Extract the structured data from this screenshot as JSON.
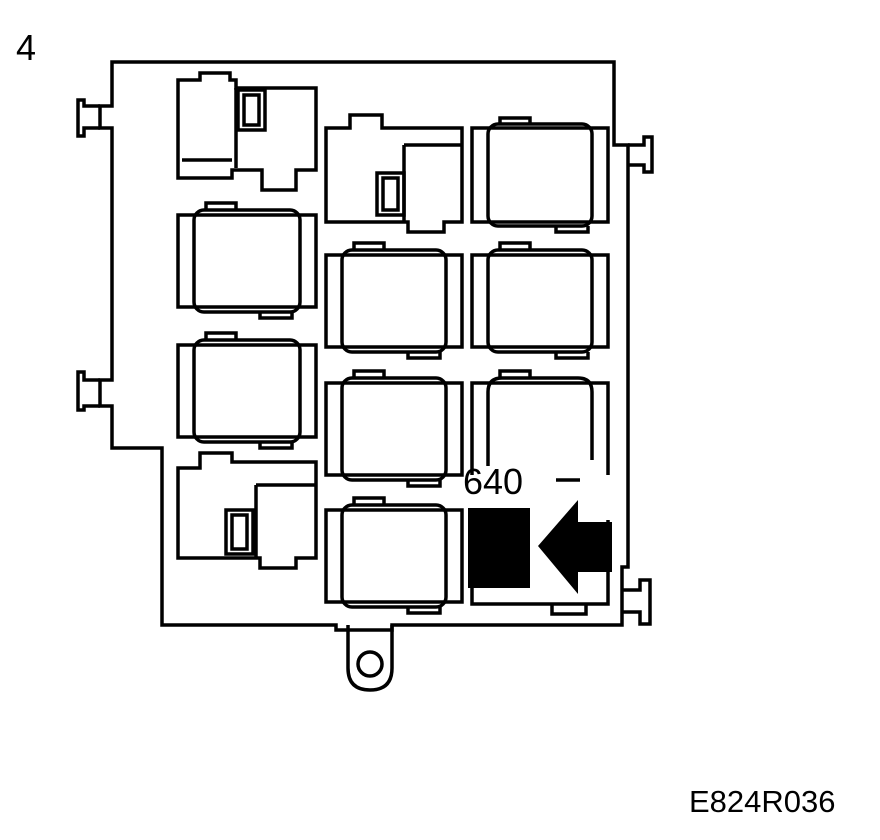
{
  "step_number": "4",
  "reference_code": "E824R036",
  "highlighted_relay": {
    "label": "640",
    "color": "#000000"
  },
  "colors": {
    "line": "#000000",
    "background": "#ffffff"
  },
  "icons": {
    "pointer": "arrow-left-icon"
  }
}
